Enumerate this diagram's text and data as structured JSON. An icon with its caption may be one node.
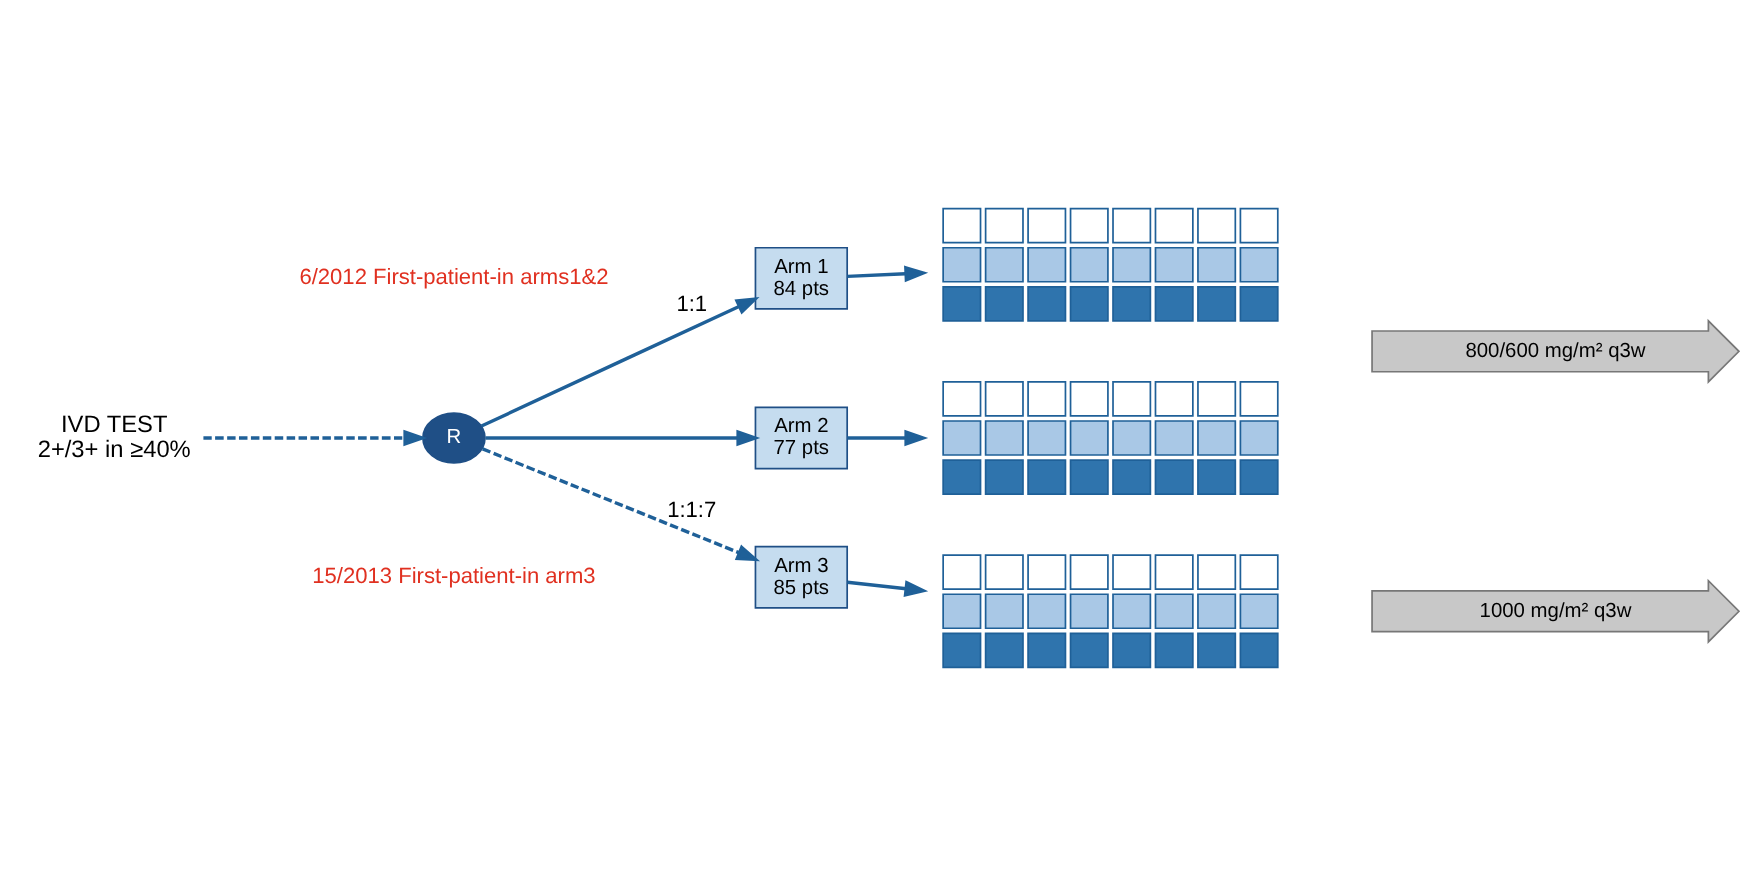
{
  "diagram": {
    "nodes": [
      {
        "text": [
          "IVD TEST",
          "2+/3+ in ≥40%"
        ]
      },
      {
        "text": [
          "R"
        ]
      },
      {
        "text": [
          "Arm 1",
          "84 pts"
        ]
      },
      {
        "text": [
          "Arm 2",
          "77 pts"
        ]
      },
      {
        "text": [
          "Arm 3",
          "85 pts"
        ]
      },
      {
        "text": [],
        "shape": "box"
      },
      {
        "text": [],
        "shape": "box"
      },
      {
        "text": [],
        "shape": "box"
      },
      {
        "text": [
          "800/600 mg/m² q3w"
        ]
      },
      {
        "text": [
          "1000 mg/m² q3w"
        ]
      }
    ],
    "edges": [
      {
        "from": 0,
        "to": 1,
        "arrow": "to",
        "style": "dashed"
      },
      {
        "from": 1,
        "to": 2,
        "arrow": "to",
        "label": "1:1"
      },
      {
        "from": 1,
        "to": 3,
        "arrow": "to"
      },
      {
        "from": 1,
        "to": 4,
        "arrow": "to",
        "style": "dashed",
        "label": "1:1:7"
      },
      {
        "from": 2,
        "to": 5,
        "arrow": "to"
      },
      {
        "from": 3,
        "to": 6,
        "arrow": "to"
      },
      {
        "from": 4,
        "to": 7,
        "arrow": "to"
      }
    ],
    "labels": [
      "6/2012 First-patient-in arms1&2",
      "15/2013 First-patient-in arm3"
    ]
  }
}
